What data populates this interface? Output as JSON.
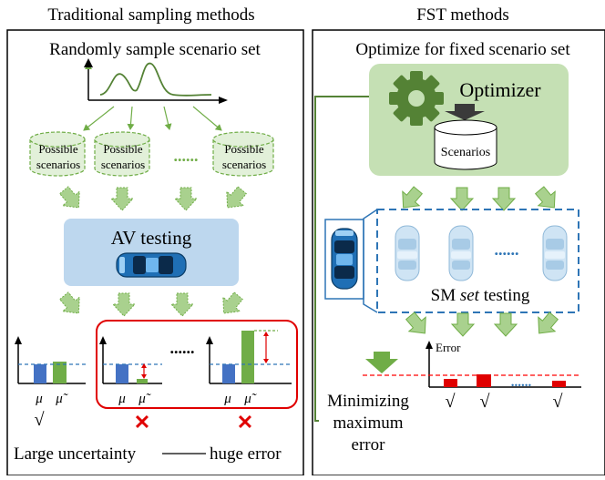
{
  "left_panel": {
    "header": "Traditional sampling methods",
    "subtitle": "Randomly sample scenario set",
    "possible_scenarios": [
      {
        "line1": "Possible",
        "line2": "scenarios"
      },
      {
        "line1": "Possible",
        "line2": "scenarios"
      },
      {
        "line1": "Possible",
        "line2": "scenarios"
      }
    ],
    "ellipsis": "......",
    "av_testing": "AV testing",
    "mu": "μ",
    "mu_tilde": "μ̃",
    "check": "√",
    "cross": "✕",
    "footer_left": "Large uncertainty",
    "footer_right": "huge error"
  },
  "right_panel": {
    "header": "FST methods",
    "subtitle": "Optimize for fixed scenario set",
    "optimizer_label": "Optimizer",
    "scenarios_label": "Scenarios",
    "ellipsis": "......",
    "sm_testing_prefix": "SM ",
    "sm_testing_italic": "set",
    "sm_testing_suffix": " testing",
    "error_axis_label": "Error",
    "minimizing_lines": [
      "Minimizing",
      "maximum",
      "error"
    ],
    "check": "√"
  },
  "colors": {
    "green_arrow": "#a9d18e",
    "green_arrow_stroke": "#70ad47",
    "green_box": "#c5e0b4",
    "possible_fill": "#e2f0d9",
    "av_box": "#bdd7ee",
    "bar_blue": "#4472c4",
    "bar_green": "#70ad47",
    "red": "#e00000",
    "dashed_blue": "#2e75b6",
    "dashed_red": "#ff0000",
    "gear": "#548235",
    "optimizer_arrow": "#3a3a3a"
  }
}
